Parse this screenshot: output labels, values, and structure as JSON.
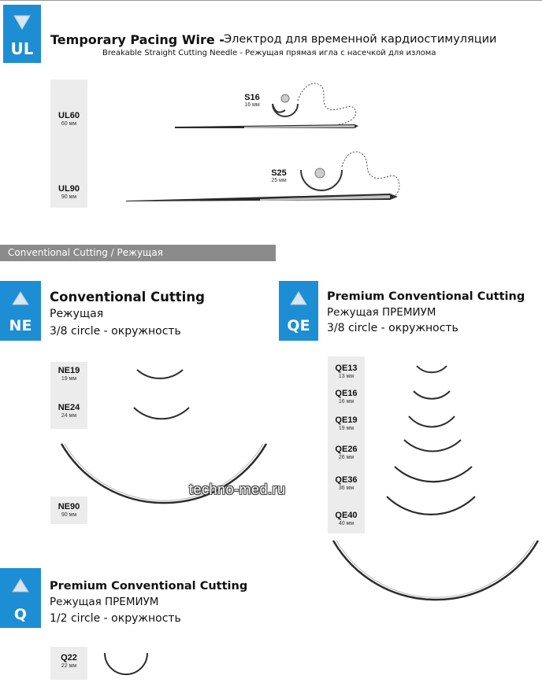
{
  "ul": {
    "code": "UL",
    "title_bold": "Temporary Pacing Wire -",
    "title_rest": "Электрод для временной кардиостимуляции",
    "subtitle": "Breakable Straight Cutting Needle - Режущая прямая игла с насечкой для излома",
    "sizes": [
      {
        "name": "UL60",
        "mm": "60 мм"
      },
      {
        "name": "UL90",
        "mm": "90 мм"
      }
    ],
    "needles": [
      {
        "name": "S16",
        "mm": "16 мм"
      },
      {
        "name": "S25",
        "mm": "25 мм"
      }
    ]
  },
  "section": {
    "label": "Conventional Cutting  /  Режущая"
  },
  "ne": {
    "code": "NE",
    "title": "Conventional Cutting",
    "line2": "Режущая",
    "line3": "3/8 circle - окружность",
    "sizes": [
      {
        "name": "NE19",
        "mm": "19 мм"
      },
      {
        "name": "NE24",
        "mm": "24 мм"
      },
      {
        "name": "NE90",
        "mm": "90 мм"
      }
    ]
  },
  "qe": {
    "code": "QE",
    "title": "Premium Conventional Cutting",
    "line2": "Режущая ПРЕМИУМ",
    "line3": "3/8 circle - окружность",
    "sizes": [
      {
        "name": "QE13",
        "mm": "13 мм"
      },
      {
        "name": "QE16",
        "mm": "16 мм"
      },
      {
        "name": "QE19",
        "mm": "19 мм"
      },
      {
        "name": "QE26",
        "mm": "26 мм"
      },
      {
        "name": "QE36",
        "mm": "36 мм"
      },
      {
        "name": "QE40",
        "mm": "40 мм"
      }
    ]
  },
  "q": {
    "code": "Q",
    "title": "Premium Conventional Cutting",
    "line2": "Режущая ПРЕМИУМ",
    "line3": "1/2 circle - окружность",
    "sizes": [
      {
        "name": "Q22",
        "mm": "22 мм"
      }
    ]
  },
  "watermark": "techno-med.ru",
  "colors": {
    "badge": "#1d8ed3",
    "section_bar": "#8b8b8b",
    "size_box": "#ececec"
  }
}
